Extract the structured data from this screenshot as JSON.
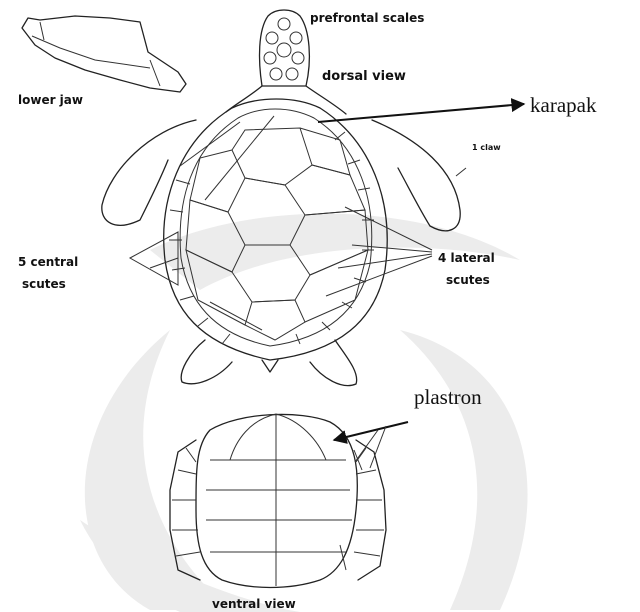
{
  "labels": {
    "prefrontal": "prefrontal scales",
    "dorsal": "dorsal view",
    "lower_jaw": "lower jaw",
    "karapak": "karapak",
    "claw": "1 claw",
    "central": [
      "5 central",
      "scutes"
    ],
    "lateral": [
      "4 lateral",
      "scutes"
    ],
    "plastron": "plastron",
    "ventral": "ventral view"
  },
  "colors": {
    "line": "#222222",
    "watermark": "#e9e9e9",
    "text": "#111111"
  }
}
